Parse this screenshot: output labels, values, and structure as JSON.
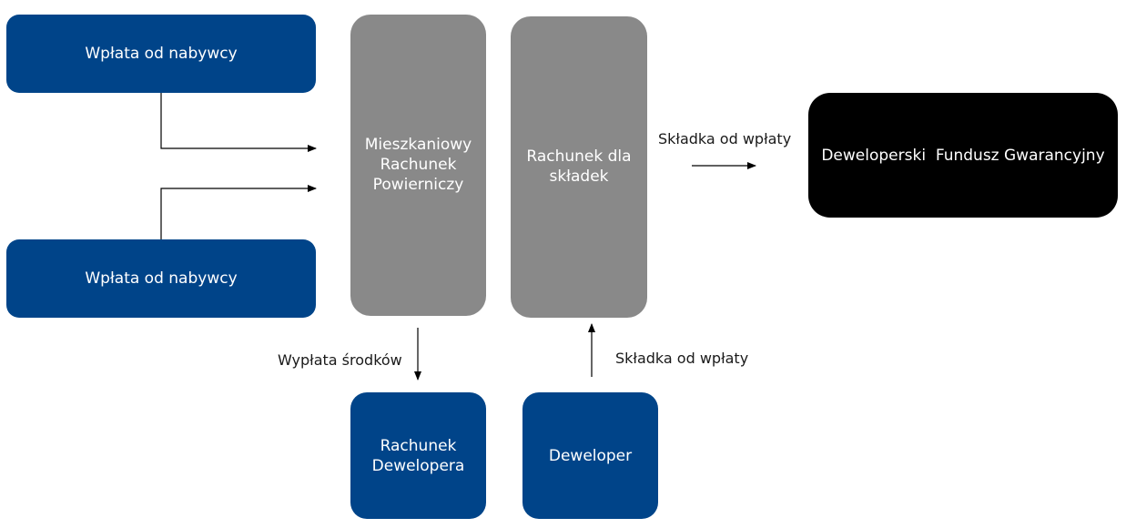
{
  "colors": {
    "blue_box": "#004489",
    "gray_box": "#898989",
    "black_box": "#000000",
    "box_text": "#ffffff",
    "arrow": "#000000"
  },
  "nodes": {
    "buyer_payment_top": "Wpłata od nabywcy",
    "buyer_payment_bottom": "Wpłata od nabywcy",
    "escrow_account": "Mieszkaniowy\nRachunek\nPowierniczy",
    "contributions_account": "Rachunek dla\nskładek",
    "guarantee_fund": "Deweloperski  Fundusz Gwarancyjny",
    "developer_account": "Rachunek\nDewelopera",
    "developer": "Deweloper"
  },
  "edges": {
    "payout_label": "Wypłata środków",
    "contribution_to_fund_label": "Składka od wpłaty",
    "contribution_from_developer_label": "Składka od wpłaty"
  }
}
